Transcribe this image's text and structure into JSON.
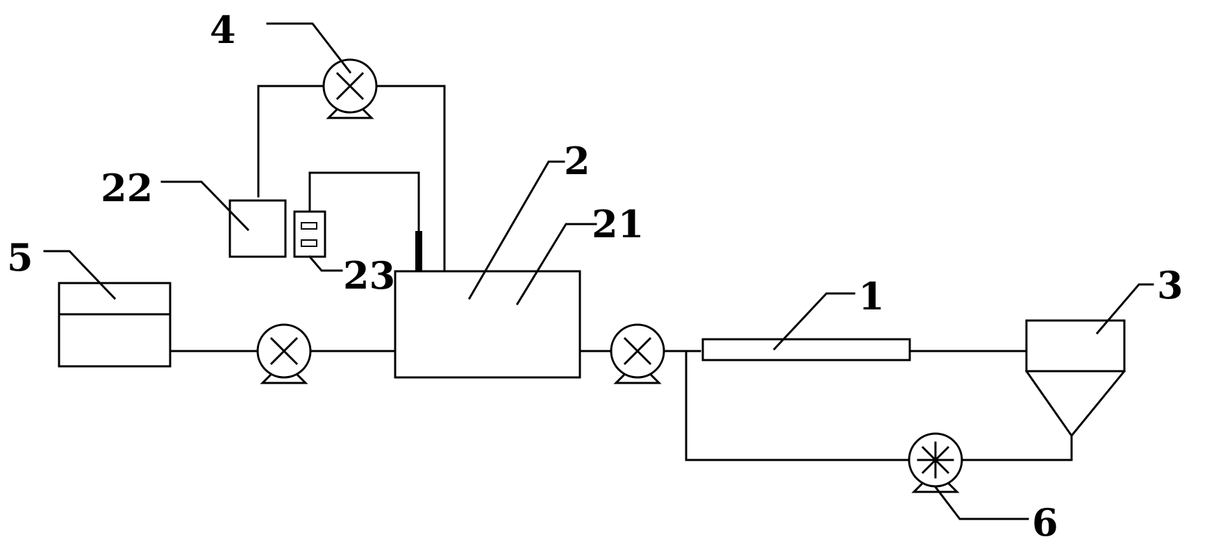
{
  "labels": {
    "tube_reactor": "1",
    "main_tank": "2",
    "settler": "3",
    "top_pump": "4",
    "feed_tank": "5",
    "return_pump": "6",
    "tank_interior": "21",
    "dosing_box": "22",
    "controller": "23"
  }
}
